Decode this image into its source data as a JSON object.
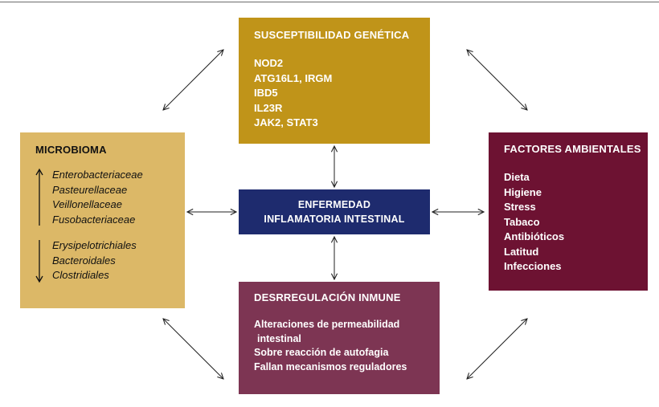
{
  "susceptibilidad": {
    "title": "SUSCEPTIBILIDAD GENÉTICA",
    "items": [
      "NOD2",
      "ATG16L1, IRGM",
      "IBD5",
      "IL23R",
      "JAK2, STAT3"
    ]
  },
  "microbioma": {
    "title": "MICROBIOMA",
    "increased": [
      "Enterobacteriaceae",
      "Pasteurellaceae",
      "Veillonellaceae",
      "Fusobacteriaceae"
    ],
    "decreased": [
      "Erysipelotrichiales",
      "Bacteroidales",
      "Clostridiales"
    ]
  },
  "ambientales": {
    "title": "FACTORES AMBIENTALES",
    "items": [
      "Dieta",
      "Higiene",
      "Stress",
      "Tabaco",
      "Antibióticos",
      "Latitud",
      "Infecciones"
    ]
  },
  "enfermedad": {
    "line1": "ENFERMEDAD",
    "line2": "INFLAMATORIA INTESTINAL"
  },
  "desregulacion": {
    "title": "DESRREGULACIÓN INMUNE",
    "items": [
      "Alteraciones de permeabilidad",
      " intestinal",
      "Sobre reacción de autofagia",
      "Fallan mecanismos reguladores"
    ]
  },
  "colors": {
    "genetica": "#c09419",
    "microbioma": "#dcb867",
    "ambientales": "#6d1232",
    "enfermedad": "#1e2b6e",
    "inmune": "#7d3553"
  }
}
